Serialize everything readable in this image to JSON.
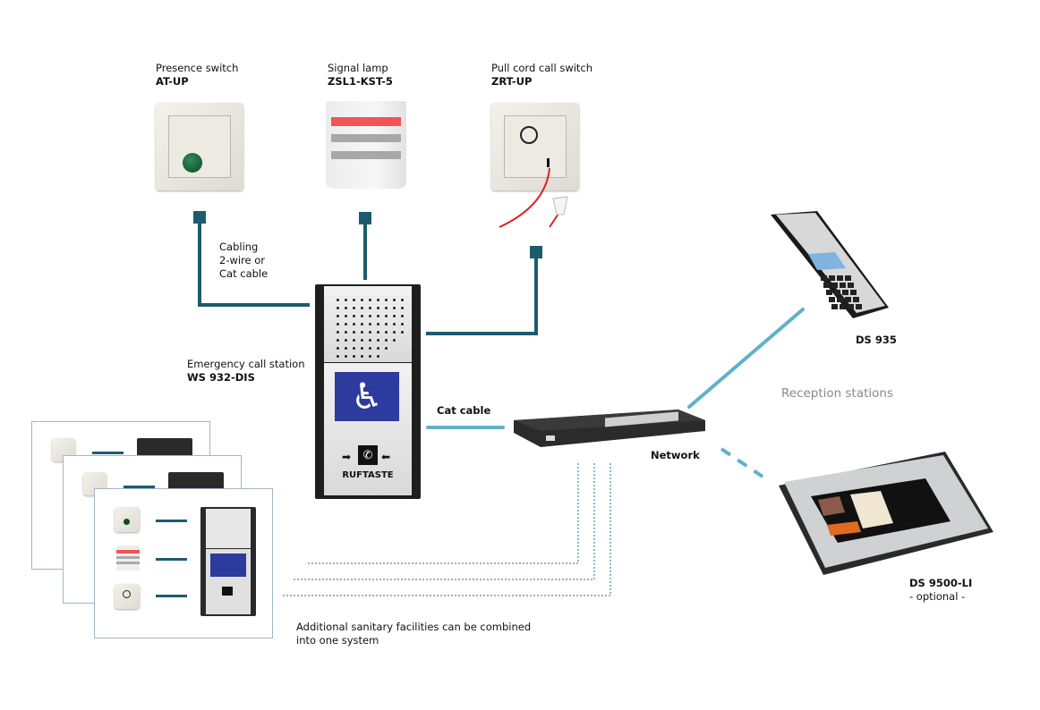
{
  "diagram": {
    "devices": {
      "presence_switch": {
        "label": "Presence switch",
        "model": "AT-UP"
      },
      "signal_lamp": {
        "label": "Signal lamp",
        "model": "ZSL1-KST-5"
      },
      "pull_cord": {
        "label": "Pull cord call switch",
        "model": "ZRT-UP"
      },
      "station": {
        "label": "Emergency call station",
        "model": "WS 932-DIS",
        "button_text": "RUFTASTE"
      },
      "ds935": {
        "model": "DS 935"
      },
      "ds9500": {
        "model": "DS 9500-LI",
        "note": "- optional -"
      }
    },
    "cabling": {
      "line1": "Cabling",
      "line2": "2-wire or",
      "line3": "Cat cable"
    },
    "cat_cable": "Cat cable",
    "network": "Network",
    "reception": "Reception stations",
    "footer": {
      "line1": "Additional sanitary facilities can be combined",
      "line2": "into one system"
    },
    "icons": {
      "wheelchair": "♿",
      "phone": "✆",
      "arrow_right": "➡",
      "arrow_left": "⬅"
    },
    "colors": {
      "cable_dark": "#1d5b6e",
      "cable_light": "#5fb1cc",
      "dotted": "#8db7c9",
      "station_blue": "#2d3a9e"
    }
  }
}
